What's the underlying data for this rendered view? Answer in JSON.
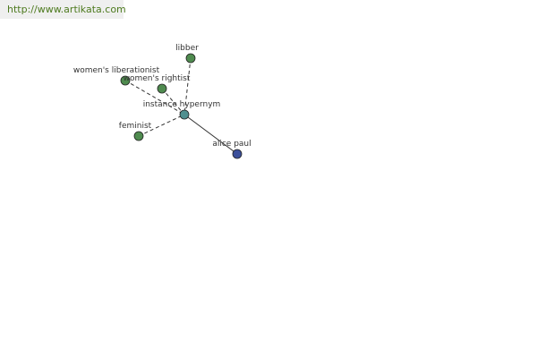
{
  "header": {
    "url": "http://www.artikata.com"
  },
  "graph": {
    "colors": {
      "leaf": "#4f8b4f",
      "hub": "#4f8f8f",
      "target": "#3c4f9a",
      "edge": "#333333",
      "stroke": "#222222"
    },
    "nodes": [
      {
        "id": "libber",
        "label": "libber",
        "kind": "leaf"
      },
      {
        "id": "womens-liberationist",
        "label": "women's liberationist",
        "kind": "leaf"
      },
      {
        "id": "womens-rightist",
        "label": "women's rightist",
        "kind": "leaf"
      },
      {
        "id": "instance-hypernym",
        "label": "instance hypernym",
        "kind": "hub"
      },
      {
        "id": "feminist",
        "label": "feminist",
        "kind": "leaf"
      },
      {
        "id": "alice-paul",
        "label": "alice paul",
        "kind": "target"
      }
    ],
    "edges": [
      {
        "from": "libber",
        "to": "instance-hypernym",
        "style": "dashed"
      },
      {
        "from": "womens-liberationist",
        "to": "instance-hypernym",
        "style": "dashed"
      },
      {
        "from": "womens-rightist",
        "to": "instance-hypernym",
        "style": "dashed"
      },
      {
        "from": "feminist",
        "to": "instance-hypernym",
        "style": "dashed"
      },
      {
        "from": "instance-hypernym",
        "to": "alice-paul",
        "style": "solid"
      }
    ]
  }
}
